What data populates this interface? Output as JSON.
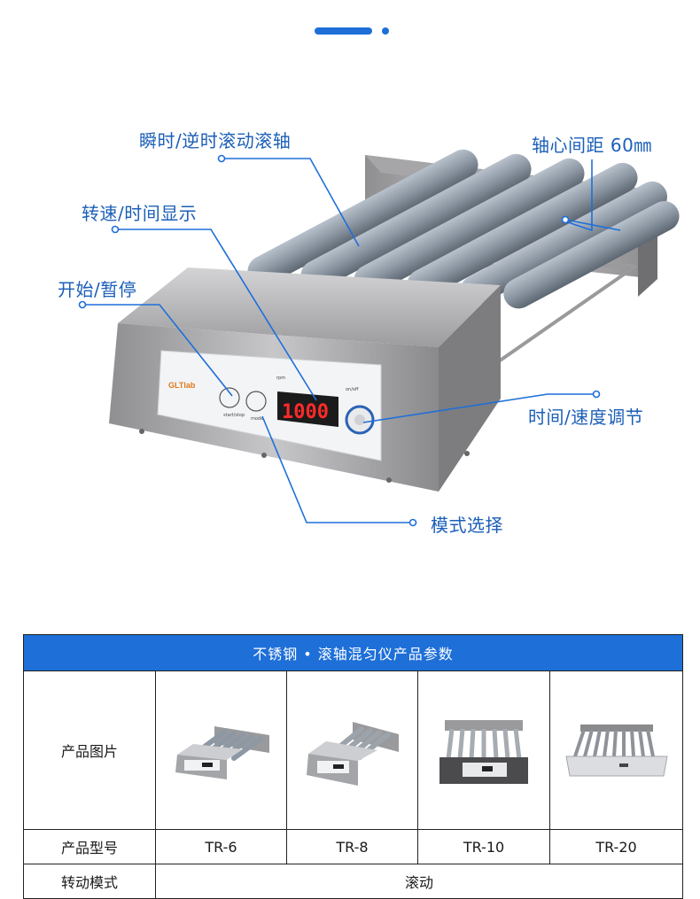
{
  "header": {
    "accent_color": "#1e6fd8"
  },
  "product_panel": {
    "brand": "GLTlab",
    "display_value": "1000",
    "button_labels": [
      "start/stop",
      "mode"
    ],
    "indicator_labels": [
      "rpm",
      "on/off"
    ]
  },
  "callouts": {
    "rotation": "瞬时/逆时滚动滚轴",
    "display": "转速/时间显示",
    "start_stop": "开始/暂停",
    "axis_spacing": "轴心间距 60㎜",
    "adjust": "时间/速度调节",
    "mode_select": "模式选择"
  },
  "spec_table": {
    "title": "不锈钢 • 滚轴混匀仪产品参数",
    "rows": [
      {
        "label": "产品图片"
      },
      {
        "label": "产品型号",
        "values": [
          "TR-6",
          "TR-8",
          "TR-10",
          "TR-20"
        ]
      },
      {
        "label": "转动模式",
        "value": "滚动"
      }
    ]
  }
}
